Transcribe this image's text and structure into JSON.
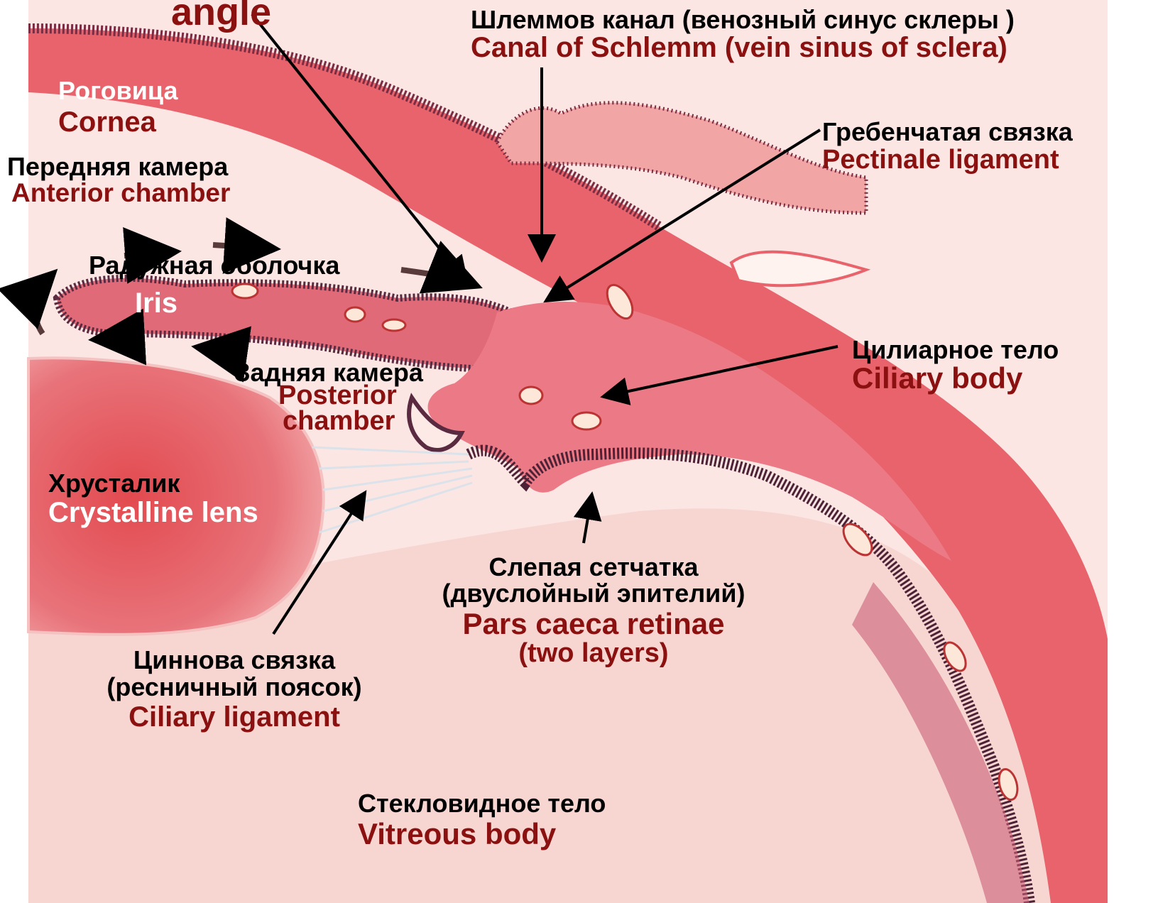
{
  "colors": {
    "russian_label": "#000000",
    "english_label": "#8b1010",
    "on_tissue_label": "#ffffff",
    "tissue": "#e8636b",
    "tissue_light": "#f2a5a5",
    "background_tissue": "#f8dcd8",
    "pigment": "#5a2a40",
    "arrow": "#000000"
  },
  "labels": {
    "angle": {
      "en": "angle"
    },
    "schlemm": {
      "ru": "Шлеммов канал (венозный синус склеры )",
      "en": "Canal of Schlemm (vein sinus of sclera)"
    },
    "cornea": {
      "ru": "Роговица",
      "en": "Cornea"
    },
    "pectinale": {
      "ru": "Гребенчатая связка",
      "en": "Pectinale ligament"
    },
    "anterior_chamber": {
      "ru": "Передняя камера",
      "en": "Anterior chamber"
    },
    "iris": {
      "ru": "Радужная оболочка",
      "en": "Iris"
    },
    "ciliary_body": {
      "ru": "Цилиарное тело",
      "en": "Ciliary body"
    },
    "posterior_chamber": {
      "ru": "Задняя камера",
      "en_line1": "Posterior",
      "en_line2": "chamber"
    },
    "lens": {
      "ru": "Хрусталик",
      "en": "Crystalline lens"
    },
    "pars_caeca": {
      "ru_line1": "Слепая сетчатка",
      "ru_line2": "(двуслойный эпителий)",
      "en_line1": "Pars caeca retinae",
      "en_line2": "(two layers)"
    },
    "ciliary_ligament": {
      "ru_line1": "Циннова связка",
      "ru_line2": "(ресничный поясок)",
      "en": "Ciliary ligament"
    },
    "vitreous": {
      "ru": "Стекловидное тело",
      "en": "Vitreous body"
    }
  }
}
